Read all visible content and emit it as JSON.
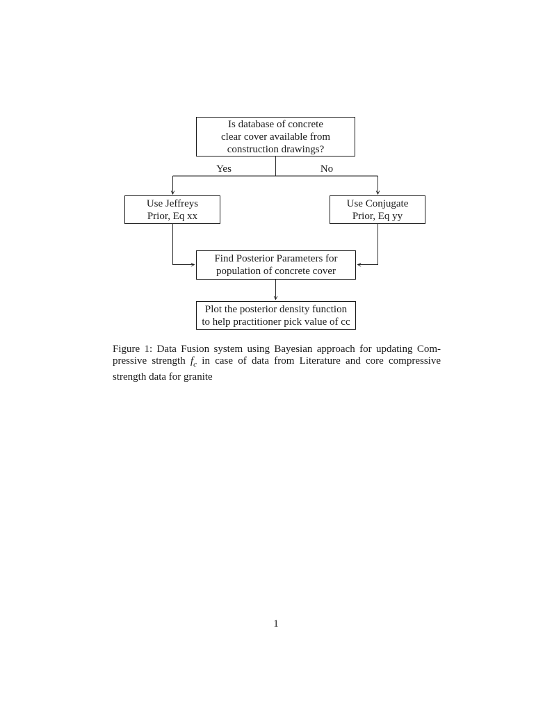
{
  "colors": {
    "ink": "#1a1a1a",
    "background": "#ffffff"
  },
  "figure": {
    "boxes": {
      "decision": {
        "lines": [
          "Is database of concrete",
          "clear cover available from",
          "construction drawings?"
        ]
      },
      "jeffreys": {
        "lines": [
          "Use Jeffreys",
          "Prior, Eq xx"
        ]
      },
      "conjugate": {
        "lines": [
          "Use Conjugate",
          "Prior, Eq yy"
        ]
      },
      "posterior": {
        "lines": [
          "Find Posterior Parameters for",
          "population of concrete cover"
        ]
      },
      "plot": {
        "lines": [
          "Plot the posterior density function",
          "to help practitioner pick value of cc"
        ]
      }
    },
    "edge_labels": {
      "yes": "Yes",
      "no": "No"
    }
  },
  "caption": {
    "line1": "Figure 1: Data Fusion system using Bayesian approach for updating Com-",
    "line2": {
      "pre": "pressive strength",
      "math_base": "f",
      "math_sub": "c",
      "post": "in case of data from Literature and core compressive"
    },
    "line3": "strength data for granite"
  },
  "page": {
    "number": "1"
  }
}
